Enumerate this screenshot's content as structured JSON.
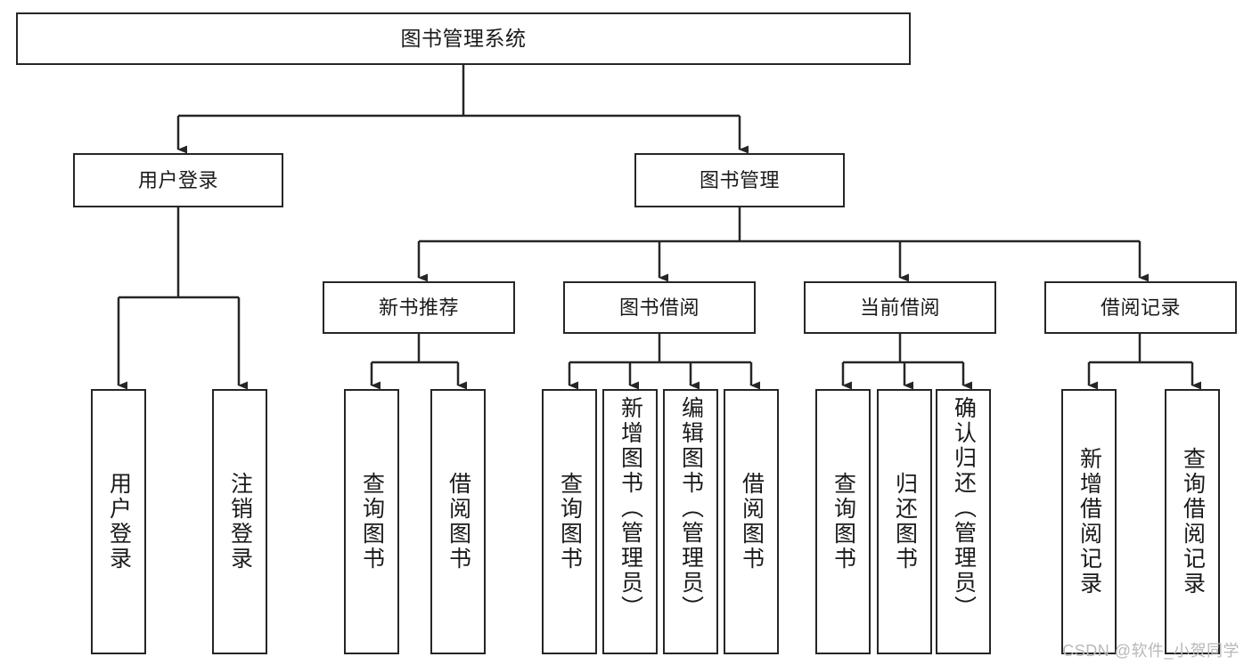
{
  "diagram": {
    "title": "图书管理系统",
    "type": "tree-hierarchy",
    "watermark": "CSDN @软件_小贺同学",
    "colors": {
      "stroke": "#262626",
      "fill": "#ffffff",
      "text": "#1a1a1a",
      "watermark": "#b8b8b8"
    },
    "nodes": {
      "root": {
        "label": "图书管理系统"
      },
      "level2": [
        {
          "id": "user-login",
          "label": "用户登录"
        },
        {
          "id": "book-manage",
          "label": "图书管理"
        }
      ],
      "level3": [
        {
          "id": "new-book-recommend",
          "label": "新书推荐"
        },
        {
          "id": "book-borrow",
          "label": "图书借阅"
        },
        {
          "id": "current-borrow",
          "label": "当前借阅"
        },
        {
          "id": "borrow-record",
          "label": "借阅记录"
        }
      ],
      "leaves_user_login": [
        {
          "id": "leaf-user-login",
          "label": "用户登录"
        },
        {
          "id": "leaf-user-logout",
          "label": "注销登录"
        }
      ],
      "leaves_new_book_recommend": [
        {
          "id": "leaf-query-book-1",
          "label": "查询图书"
        },
        {
          "id": "leaf-borrow-book-1",
          "label": "借阅图书"
        }
      ],
      "leaves_book_borrow": [
        {
          "id": "leaf-query-book-2",
          "label": "查询图书"
        },
        {
          "id": "leaf-add-book",
          "label": "新增图书（管理员）"
        },
        {
          "id": "leaf-edit-book",
          "label": "编辑图书（管理员）"
        },
        {
          "id": "leaf-borrow-book-2",
          "label": "借阅图书"
        }
      ],
      "leaves_current_borrow": [
        {
          "id": "leaf-query-book-3",
          "label": "查询图书"
        },
        {
          "id": "leaf-return-book",
          "label": "归还图书"
        },
        {
          "id": "leaf-confirm-return",
          "label": "确认归还（管理员）"
        }
      ],
      "leaves_borrow_record": [
        {
          "id": "leaf-add-record",
          "label": "新增借阅记录"
        },
        {
          "id": "leaf-query-record",
          "label": "查询借阅记录"
        }
      ]
    }
  }
}
